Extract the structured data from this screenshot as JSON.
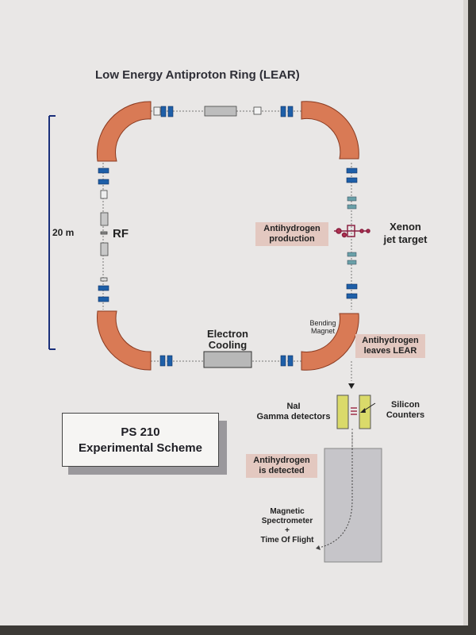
{
  "title": "Low Energy Antiproton Ring (LEAR)",
  "scale_label": "20 m",
  "rf_label": "RF",
  "xenon_label_line1": "Xenon",
  "xenon_label_line2": "jet target",
  "antihydrogen_production_line1": "Antihydrogen",
  "antihydrogen_production_line2": "production",
  "electron_cooling_line1": "Electron",
  "electron_cooling_line2": "Cooling",
  "bending_magnet_line1": "Bending",
  "bending_magnet_line2": "Magnet",
  "leaves_lear_line1": "Antihydrogen",
  "leaves_lear_line2": "leaves LEAR",
  "nai_line1": "NaI",
  "nai_line2": "Gamma detectors",
  "silicon_line1": "Silicon",
  "silicon_line2": "Counters",
  "detected_line1": "Antihydrogen",
  "detected_line2": "is detected",
  "spectrometer_line1": "Magnetic",
  "spectrometer_line2": "Spectrometer",
  "spectrometer_line3": "+",
  "spectrometer_line4": "Time Of Flight",
  "scheme_line1": "PS 210",
  "scheme_line2": "Experimental Scheme",
  "colors": {
    "dipole": "#d97a55",
    "quadrupole": "#1e5fa8",
    "frame": "#1a2f7a",
    "tag_bg": "#e3c8c0",
    "detector": "#dada6a"
  }
}
